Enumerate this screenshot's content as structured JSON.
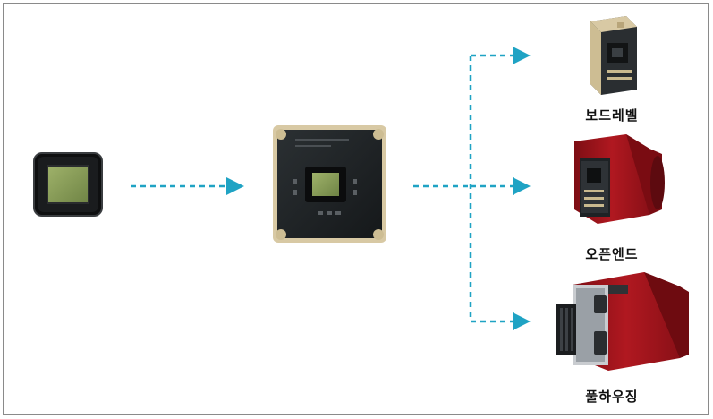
{
  "colors": {
    "arrow": "#1fa3c4",
    "camera_red": "#a8141c",
    "pcb_dark": "#1f2326",
    "sensor_green": "#8fa35a"
  },
  "icons": {
    "sensor": "image-sensor-chip-icon",
    "board": "sensor-board-pcb-icon",
    "board_level": "board-level-camera-icon",
    "open_end": "open-end-camera-icon",
    "full_housing": "full-housing-camera-icon"
  },
  "outputs": [
    {
      "label": "보드레벨"
    },
    {
      "label": "오픈엔드"
    },
    {
      "label": "풀하우징"
    }
  ]
}
